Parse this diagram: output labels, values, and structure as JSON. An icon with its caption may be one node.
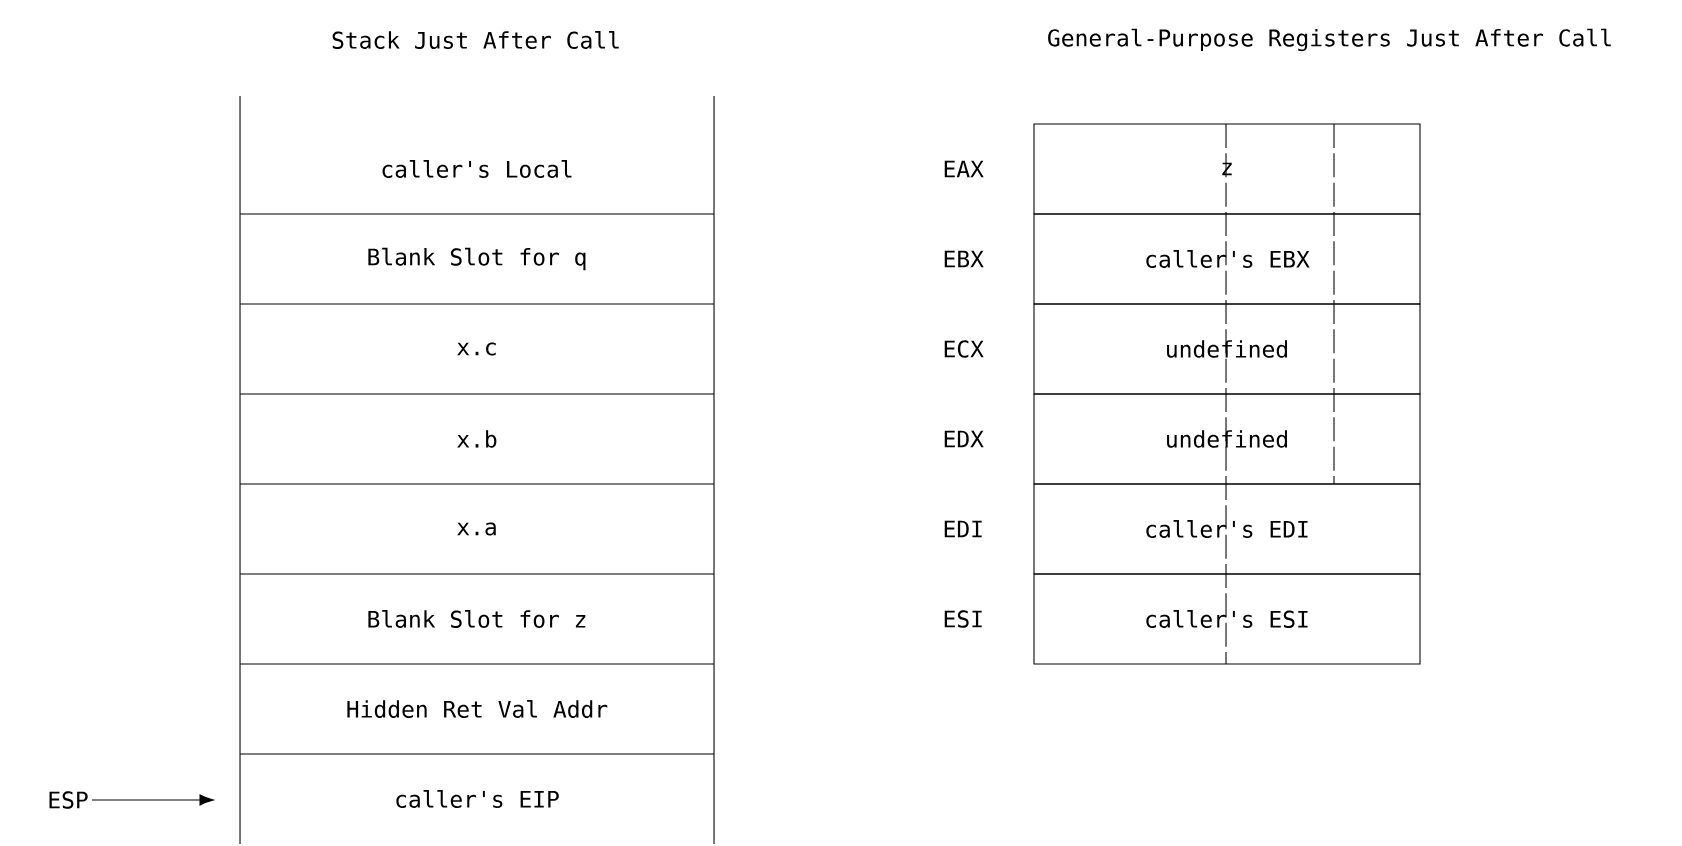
{
  "diagram": {
    "nodes": [
      {
        "text": [
          "caller's Local"
        ]
      },
      {
        "text": [
          "Blank Slot for q"
        ]
      },
      {
        "text": [
          "x.c"
        ]
      },
      {
        "text": [
          "x.b"
        ]
      },
      {
        "text": [
          "x.a"
        ]
      },
      {
        "text": [
          "Blank Slot for z"
        ]
      },
      {
        "text": [
          "Hidden Ret Val Addr"
        ]
      },
      {
        "text": [
          "caller's EIP"
        ]
      },
      {
        "text": [
          "ESP"
        ]
      },
      {
        "text": [
          "z"
        ],
        "beside": [
          "EAX"
        ]
      },
      {
        "text": [
          "caller's EBX"
        ],
        "beside": [
          "EBX"
        ]
      },
      {
        "text": [
          "undefined"
        ],
        "beside": [
          "ECX"
        ]
      },
      {
        "text": [
          "undefined"
        ],
        "beside": [
          "EDX"
        ]
      },
      {
        "text": [
          "caller's EDI"
        ],
        "beside": [
          "EDI"
        ]
      },
      {
        "text": [
          "caller's ESI"
        ],
        "beside": [
          "ESI"
        ]
      }
    ],
    "edges": [
      {
        "from": 8,
        "to": 7,
        "arrow": "to"
      }
    ],
    "labels": [
      "Stack Just After Call",
      "General-Purpose Registers Just After Call"
    ]
  }
}
